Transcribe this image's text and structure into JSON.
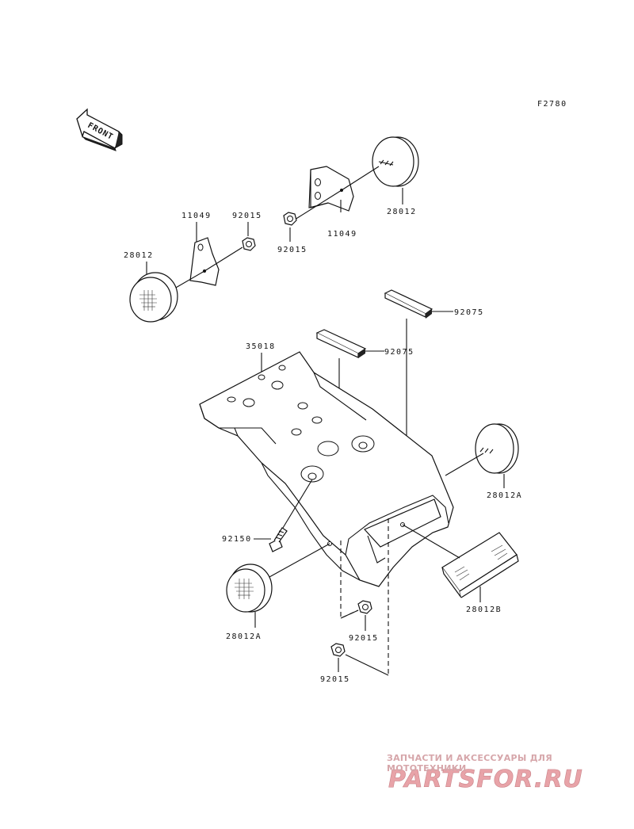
{
  "diagram": {
    "code": "F2780",
    "front_label": "FRONT",
    "labels": {
      "bracket_right": "11049",
      "bracket_right_top": "11049",
      "bracket_left": "11049",
      "nut_right": "92015",
      "nut_left": "92015",
      "reflector_right_top": "28012",
      "reflector_left_top": "28012",
      "pad_right": "92075",
      "pad_left": "92075",
      "fender": "35018",
      "reflector_side_right": "28012A",
      "reflector_side_left": "28012A",
      "reflector_rear": "28012B",
      "bolt": "92150",
      "nut_lower": "92015",
      "nut_bottom": "92015"
    }
  },
  "watermark": {
    "tagline": "ЗАПЧАСТИ И АКСЕССУАРЫ ДЛЯ МОТОТЕХНИКИ",
    "logo": "PARTSFOR.RU",
    "color": "#e8a3a8"
  }
}
